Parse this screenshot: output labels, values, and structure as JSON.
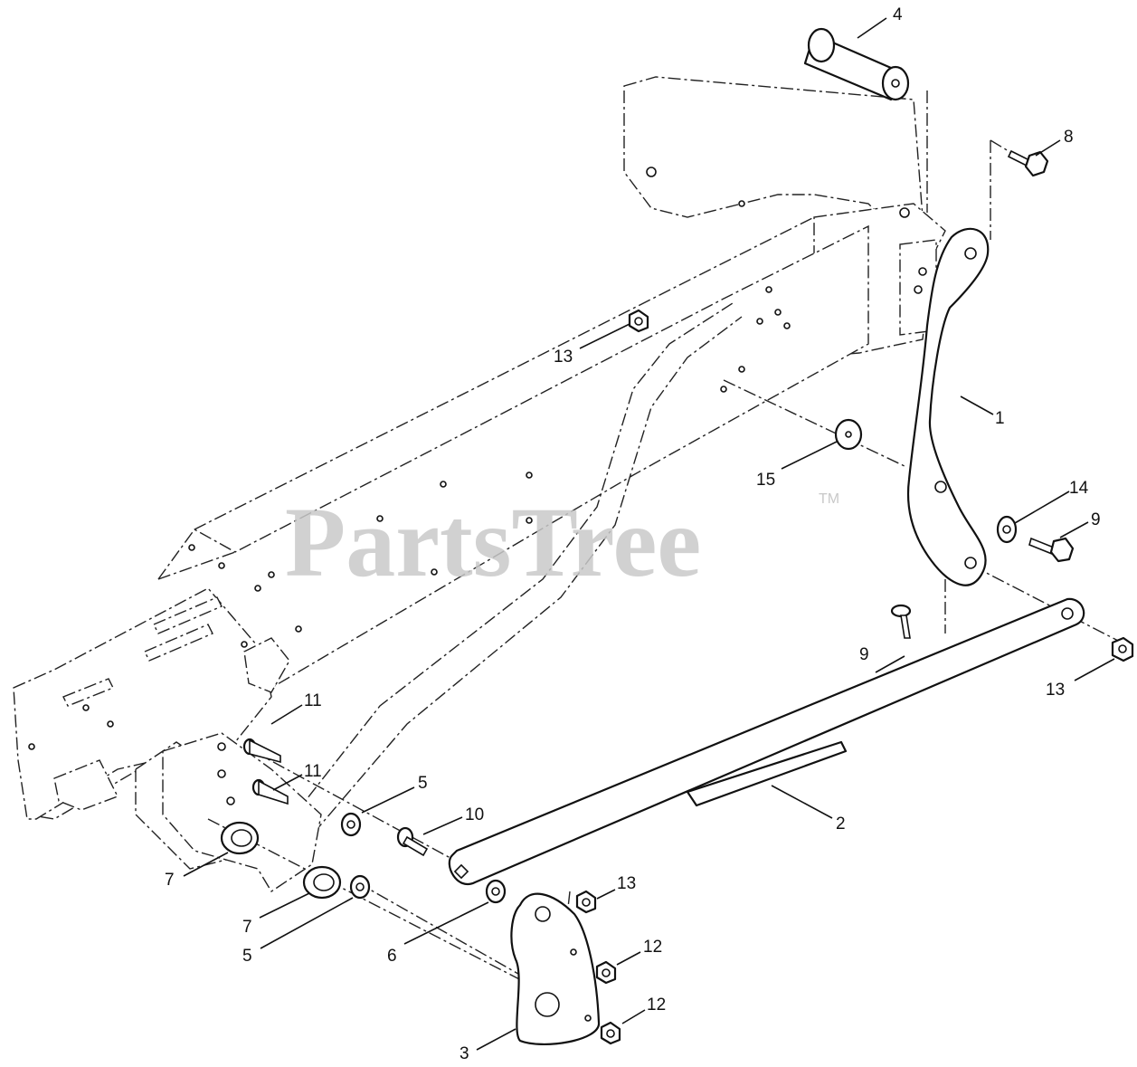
{
  "watermark": {
    "text": "PartsTree",
    "trademark": "TM"
  },
  "callouts": {
    "c1": "1",
    "c2": "2",
    "c3": "3",
    "c4": "4",
    "c5a": "5",
    "c5b": "5",
    "c6": "6",
    "c7a": "7",
    "c7b": "7",
    "c8": "8",
    "c9a": "9",
    "c9b": "9",
    "c10": "10",
    "c11a": "11",
    "c11b": "11",
    "c12a": "12",
    "c12b": "12",
    "c13a": "13",
    "c13b": "13",
    "c13c": "13",
    "c14": "14",
    "c15": "15"
  }
}
